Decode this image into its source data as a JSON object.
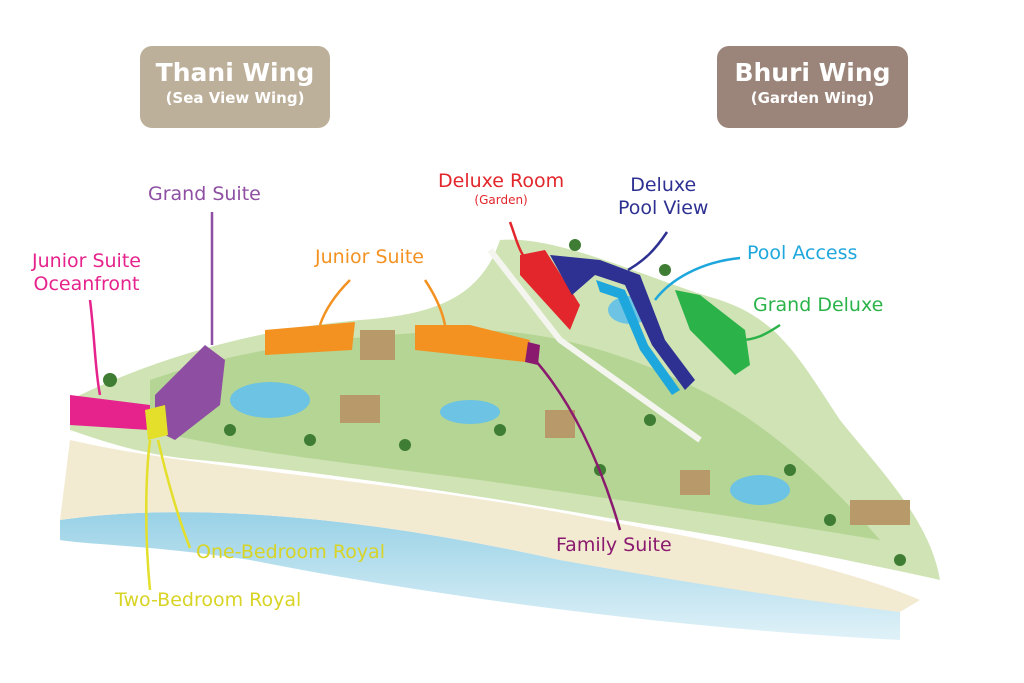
{
  "wings": [
    {
      "title": "Thani Wing",
      "subtitle": "(Sea View Wing)",
      "color": "#bdb09a"
    },
    {
      "title": "Bhuri Wing",
      "subtitle": "(Garden Wing)",
      "color": "#9b857a"
    }
  ],
  "room_types": {
    "junior_suite_oceanfront": {
      "label_line1": "Junior Suite",
      "label_line2": "Oceanfront",
      "color": "#e6228c"
    },
    "grand_suite": {
      "label": "Grand Suite",
      "color": "#8e4fa2"
    },
    "junior_suite": {
      "label": "Junior Suite",
      "color": "#f39221"
    },
    "deluxe_room": {
      "label": "Deluxe Room",
      "sublabel": "(Garden)",
      "color": "#e3262c"
    },
    "deluxe_pool_view": {
      "label_line1": "Deluxe",
      "label_line2": "Pool View",
      "color": "#2e3192"
    },
    "pool_access": {
      "label": "Pool Access",
      "color": "#1ea7dc"
    },
    "grand_deluxe": {
      "label": "Grand Deluxe",
      "color": "#2bb34a"
    },
    "one_bedroom_royal": {
      "label": "One-Bedroom Royal",
      "color": "#e3df2a"
    },
    "two_bedroom_royal": {
      "label": "Two-Bedroom Royal",
      "color": "#e3df2a"
    },
    "family_suite": {
      "label": "Family Suite",
      "color": "#8a1a6e"
    }
  }
}
